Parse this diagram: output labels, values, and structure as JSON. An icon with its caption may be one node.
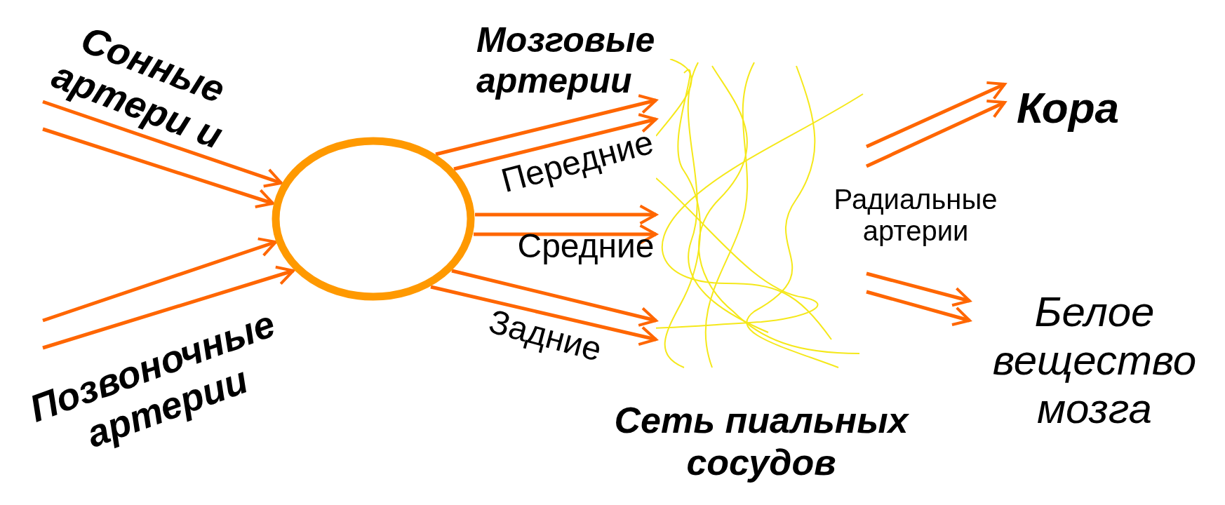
{
  "diagram": {
    "nodes": [
      {
        "text": [],
        "shape": "circle"
      },
      {
        "text": [
          "Сеть пиальных сосудов"
        ]
      },
      {
        "text": [
          "Кора"
        ]
      },
      {
        "text": [
          "Белое вещество мозга"
        ]
      }
    ],
    "edges": [
      {
        "from": null,
        "to": 0,
        "arrow": "to",
        "label": "Сонные артери и"
      },
      {
        "from": null,
        "to": 0,
        "arrow": "to"
      },
      {
        "from": null,
        "to": 0,
        "arrow": "to",
        "label": "Позвоночные артерии"
      },
      {
        "from": null,
        "to": 0,
        "arrow": "to"
      },
      {
        "from": 0,
        "to": 1,
        "arrow": "to",
        "label": "Передние"
      },
      {
        "from": 0,
        "to": 1,
        "arrow": "to"
      },
      {
        "from": 0,
        "to": 1,
        "arrow": "to",
        "label": "Средние"
      },
      {
        "from": 0,
        "to": 1,
        "arrow": "to"
      },
      {
        "from": 0,
        "to": 1,
        "arrow": "to",
        "label": "Задние"
      },
      {
        "from": 0,
        "to": 1,
        "arrow": "to"
      },
      {
        "from": 1,
        "to": 2,
        "arrow": "to"
      },
      {
        "from": 1,
        "to": 2,
        "arrow": "to"
      },
      {
        "from": 1,
        "to": 3,
        "arrow": "to"
      },
      {
        "from": 1,
        "to": 3,
        "arrow": "to"
      }
    ],
    "labels": [
      "Мозговые артерии",
      "Радиальные артерии"
    ]
  }
}
